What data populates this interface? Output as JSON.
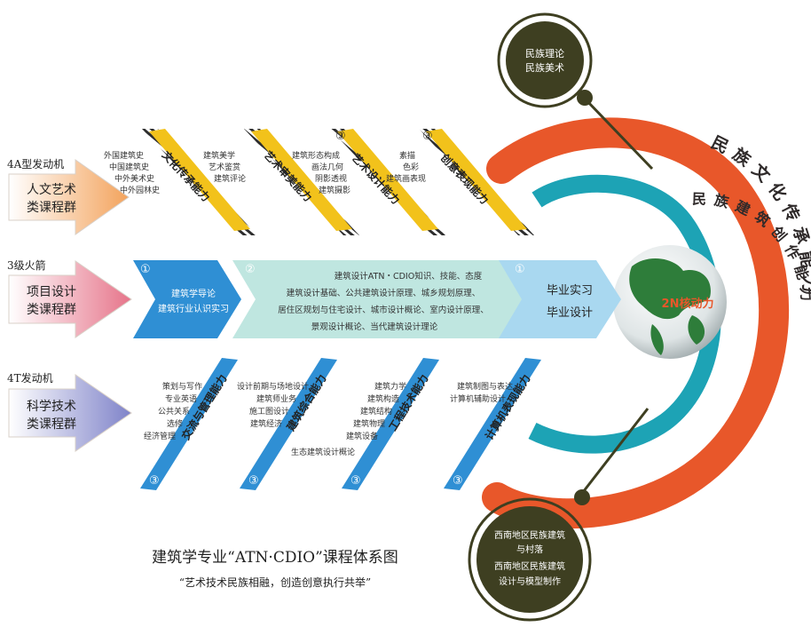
{
  "left": {
    "group1": {
      "tag": "4A型发动机",
      "title1": "人文艺术",
      "title2": "类课程群"
    },
    "group2": {
      "tag": "3级火箭",
      "title1": "项目设计",
      "title2": "类课程群"
    },
    "group3": {
      "tag": "4T发动机",
      "title1": "科学技术",
      "title2": "类课程群"
    }
  },
  "top_bars": [
    {
      "label": "文化传承能力",
      "courses": [
        "外国建筑史",
        "中国建筑史",
        "中外美术史",
        "中外园林史"
      ]
    },
    {
      "label": "艺术审美能力",
      "courses": [
        "建筑美学",
        "艺术鉴赏",
        "建筑评论"
      ]
    },
    {
      "label": "艺术设计能力",
      "marker": "③",
      "courses": [
        "建筑形态构成",
        "画法几何",
        "阴影透视",
        "建筑摄影"
      ]
    },
    {
      "label": "创意表现能力",
      "marker": "③",
      "courses": [
        "素描",
        "色彩",
        "建筑画表现"
      ]
    }
  ],
  "rocket": {
    "stage1": {
      "marker": "①",
      "lines": [
        "建筑学导论",
        "建筑行业认识实习"
      ]
    },
    "stage2": {
      "marker": "②",
      "lines": [
        "建筑设计ATN・CDIO知识、技能、态度",
        "建筑设计基础、公共建筑设计原理、城乡规划原理、",
        "居住区规划与住宅设计、城市设计概论、室内设计原理、",
        "景观设计概论、当代建筑设计理论"
      ]
    },
    "stage3": {
      "marker": "①",
      "lines": [
        "毕业实习",
        "毕业设计"
      ]
    }
  },
  "bottom_bars": [
    {
      "label": "交流与管理能力",
      "marker": "③",
      "courses": [
        "策划与写作",
        "专业英语",
        "公共关系",
        "选修",
        "经济管理"
      ]
    },
    {
      "label": "建筑综合能力",
      "marker": "③",
      "courses": [
        "设计前期与场地设计",
        "建筑师业务",
        "施工图设计",
        "建筑经济",
        "生态建筑设计概论"
      ]
    },
    {
      "label": "工程技术能力",
      "marker": "③",
      "courses": [
        "建筑力学",
        "建筑构造",
        "建筑结构",
        "建筑物理",
        "建筑设备"
      ]
    },
    {
      "label": "计算机表现能力",
      "marker": "③",
      "courses": [
        "建筑制图与表达",
        "计算机辅助设计"
      ]
    }
  ],
  "right": {
    "outer_arc": "民族文化传承能力",
    "inner_arc": "民族建筑创作能力",
    "globe_label": "2N核动力",
    "top_circle": [
      "民族理论",
      "民族美术"
    ],
    "bottom_circle": [
      "西南地区民族建筑",
      "与村落",
      "西南地区民族建筑",
      "设计与模型制作"
    ]
  },
  "caption": {
    "title": "建筑学专业“ATN·CDIO”课程体系图",
    "subtitle": "“艺术技术民族相融，创造创意执行共举”"
  },
  "colors": {
    "orange": "#e8572a",
    "teal": "#1da3b5",
    "yellow": "#f2c21b",
    "blue": "#2f8fd4",
    "olive": "#3e3f21",
    "green": "#2e7d3a"
  }
}
